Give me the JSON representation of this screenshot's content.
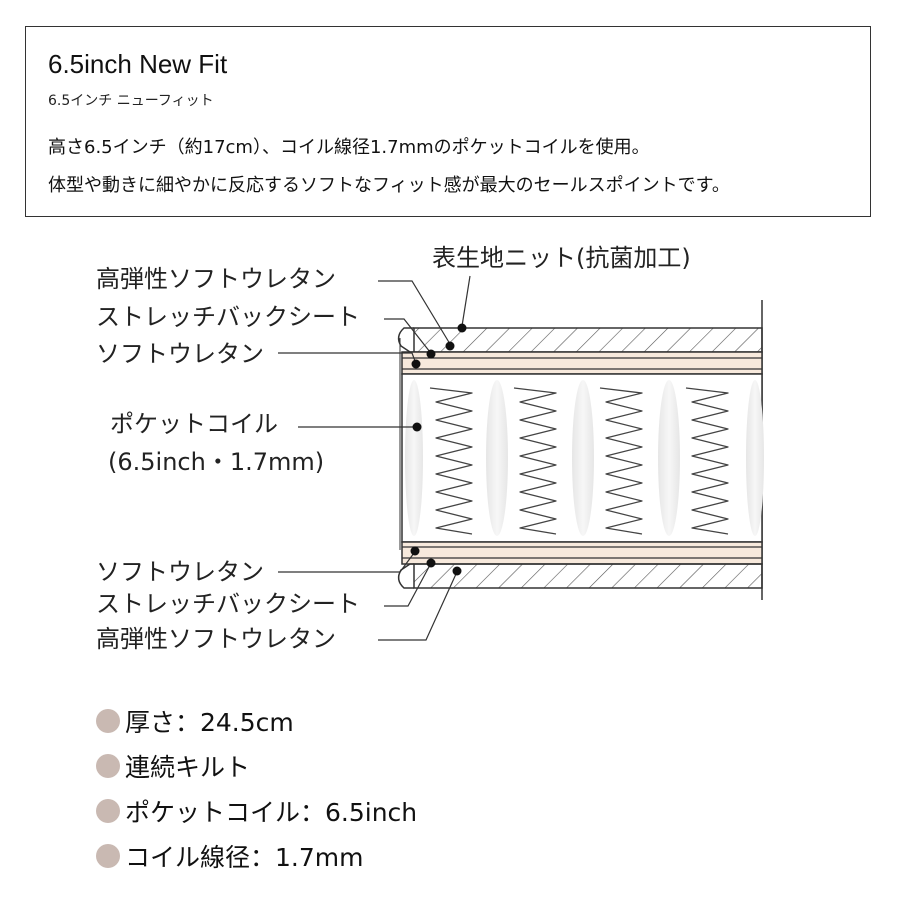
{
  "intro": {
    "title": "6.5inch New Fit",
    "subtitle": "6.5インチ ニューフィット",
    "line1": "高さ6.5インチ（約17cm）、コイル線径1.7mmのポケットコイルを使用。",
    "line2": "体型や動きに細やかに反応するソフトなフィット感が最大のセールスポイントです。"
  },
  "diagram": {
    "label_fabric": "表生地ニット(抗菌加工)",
    "top_labels": {
      "high_resilience": "高弾性ソフトウレタン",
      "stretch_back": "ストレッチバックシート",
      "soft_urethane": "ソフトウレタン"
    },
    "coil_label": "ポケットコイル",
    "coil_spec": "(6.5inch・1.7mm)",
    "bottom_labels": {
      "soft_urethane": "ソフトウレタン",
      "stretch_back": "ストレッチバックシート",
      "high_resilience": "高弾性ソフトウレタン"
    }
  },
  "specs": [
    "厚さ：24.5cm",
    "連続キルト",
    "ポケットコイル：6.5inch",
    "コイル線径：1.7mm"
  ],
  "colors": {
    "spec_dot": "#c9b9b2",
    "urethane_fill": "#f7e9dc",
    "line": "#333333"
  }
}
